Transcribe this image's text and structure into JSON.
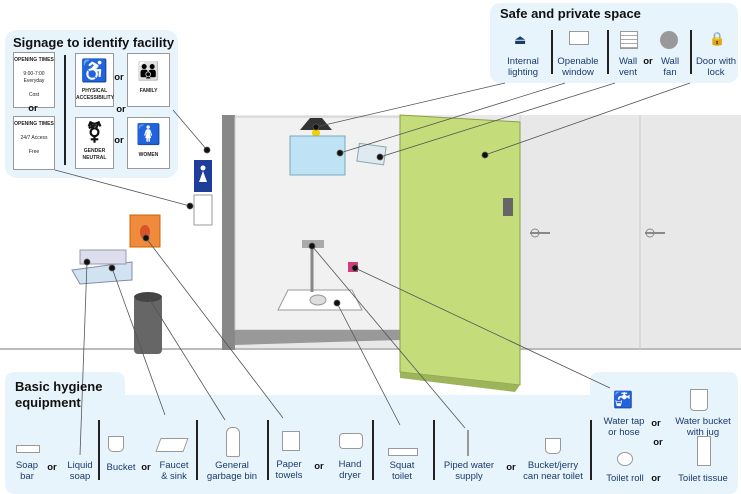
{
  "signage": {
    "title": "Signage to identify facility",
    "card1": {
      "heading": "OPENING TIMES",
      "hours": "9:00-7:00 Everyday",
      "fee": "Cost"
    },
    "card2": {
      "heading": "OPENING TIMES",
      "hours": "24/7 Access",
      "fee": "Free"
    },
    "or": "or",
    "signs": [
      {
        "label": "PHYSICAL ACCESSIBILITY",
        "icon": "wheelchair-icon"
      },
      {
        "label": "FAMILY",
        "icon": "family-icon"
      },
      {
        "label": "GENDER NEUTRAL",
        "icon": "gender-neutral-icon"
      },
      {
        "label": "WOMEN",
        "icon": "women-icon"
      }
    ]
  },
  "safety": {
    "title": "Safe and private space",
    "items": [
      "Internal lighting",
      "Openable window",
      "Wall vent",
      "Wall fan",
      "Door with lock"
    ],
    "or": "or"
  },
  "hygiene": {
    "title": "Basic hygiene equipment",
    "or": "or",
    "items": [
      "Soap bar",
      "Liquid soap",
      "Bucket",
      "Faucet & sink",
      "General garbage bin",
      "Paper towels",
      "Hand dryer",
      "Squat toilet",
      "Piped water supply",
      "Bucket/jerry can near toilet",
      "Water tap or hose",
      "Water bucket with jug",
      "Toilet roll",
      "Toilet tissue"
    ]
  },
  "colors": {
    "panel": "#e8f4fc",
    "door": "#c5dc7a",
    "sign": "#1f3e9a",
    "dispenser": "#f08a3c"
  }
}
